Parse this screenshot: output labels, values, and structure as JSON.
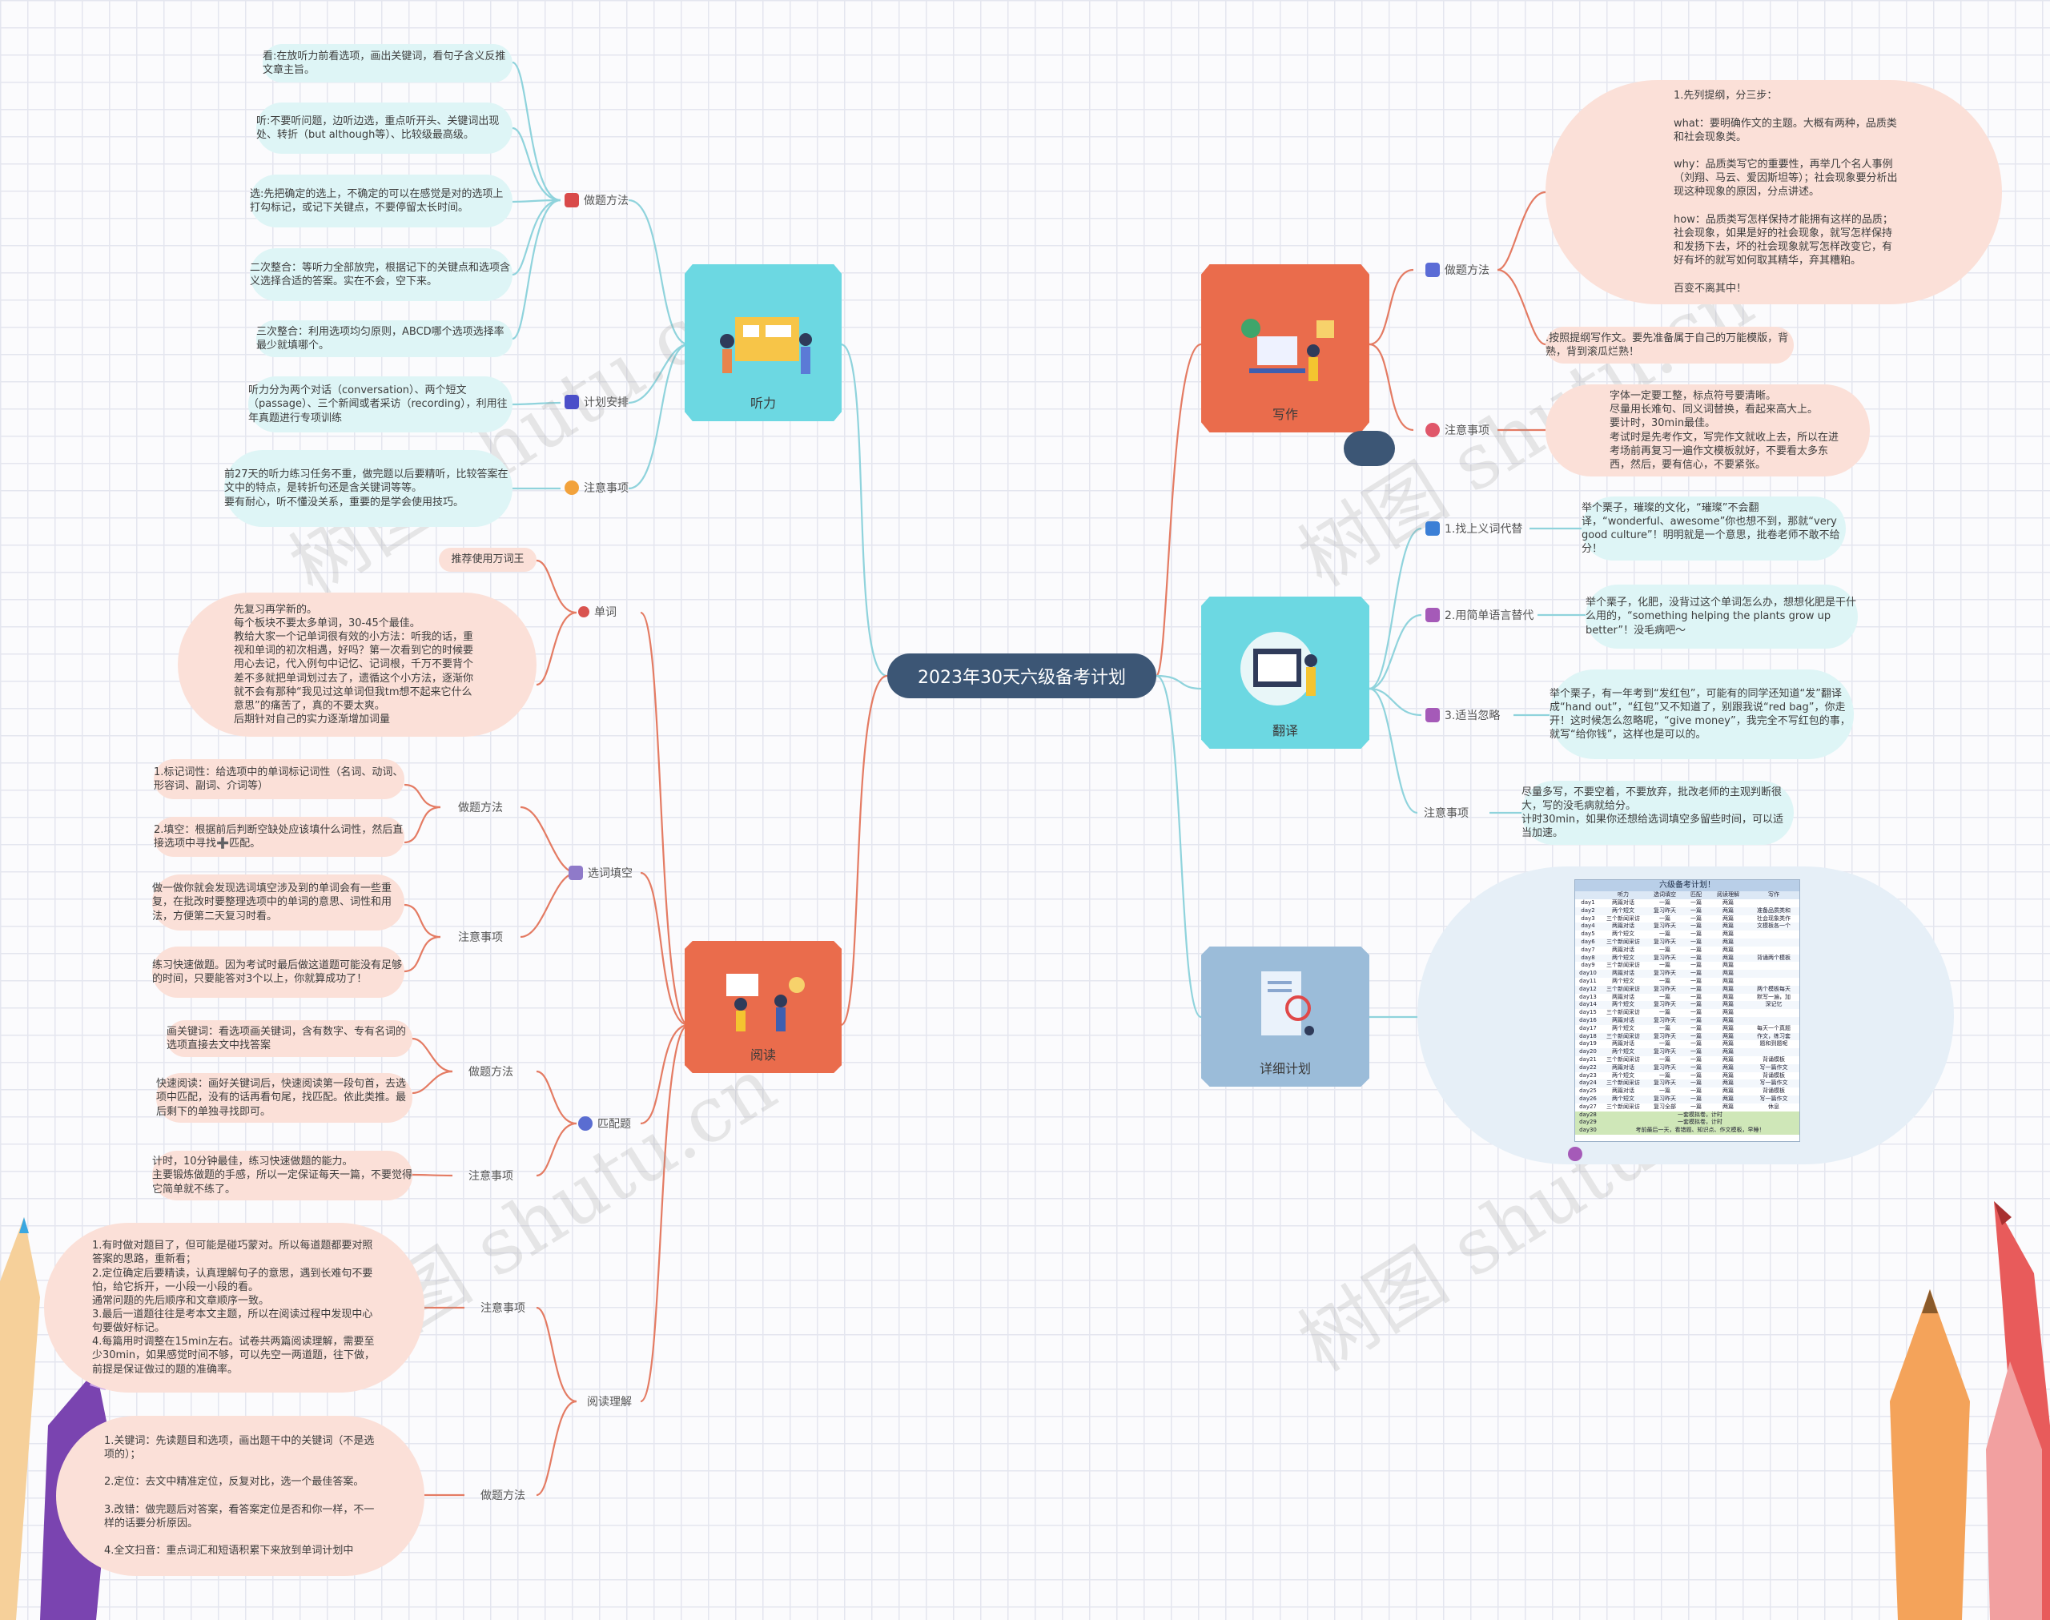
{
  "center": "2023年30天六级备考计划",
  "watermark": "树图 shutu.cn",
  "listening": {
    "title": "听力",
    "method_label": "做题方法",
    "method_items": [
      "看:在放听力前看选项，画出关键词，看句子含义反推文章主旨。",
      "听:不要听问题，边听边选，重点听开头、关键词出现处、转折（but although等）、比较级最高级。",
      "选:先把确定的选上，不确定的可以在感觉是对的选项上打勾标记，或记下关键点，不要停留太长时间。",
      "二次整合：等听力全部放完，根据记下的关键点和选项含义选择合适的答案。实在不会，空下来。",
      "三次整合：利用选项均匀原则，ABCD哪个选项选择率最少就填哪个。"
    ],
    "plan_label": "计划安排",
    "plan_text": "听力分为两个对话（conversation）、两个短文（passage）、三个新闻或者采访（recording），利用往年真题进行专项训练",
    "note_label": "注意事项",
    "note_text": "前27天的听力练习任务不重，做完题以后要精听，比较答案在文中的特点，是转折句还是含关键词等等。\n要有耐心，听不懂没关系，重要的是学会使用技巧。"
  },
  "reading": {
    "title": "阅读",
    "vocab_label": "单词",
    "vocab_tip": "推荐使用万词王",
    "vocab_text": "先复习再学新的。\n每个板块不要太多单词，30-45个最佳。\n教给大家一个记单词很有效的小方法：听我的话，重视和单词的初次相遇，好吗？第一次看到它的时候要用心去记，代入例句中记忆、记词根，千万不要背个差不多就把单词划过去了，遗循这个小方法，逐渐你就不会有那种“我见过这单词但我tm想不起来它什么意思”的痛苦了，真的不要太爽。\n后期针对自己的实力逐渐增加词量",
    "cloze_label": "选词填空",
    "cloze_method_label": "做题方法",
    "cloze_method": [
      "1.标记词性：给选项中的单词标记词性（名词、动词、形容词、副词、介词等）",
      "2.填空：根据前后判断空缺处应该填什么词性，然后直接选项中寻找➕匹配。"
    ],
    "cloze_note_label": "注意事项",
    "cloze_note": [
      "做一做你就会发现选词填空涉及到的单词会有一些重复，在批改时要整理选项中的单词的意思、词性和用法，方便第二天复习时看。",
      "练习快速做题。因为考试时最后做这道题可能没有足够的时间，只要能答对3个以上，你就算成功了！"
    ],
    "match_label": "匹配题",
    "match_method_label": "做题方法",
    "match_method": [
      "画关键词：看选项画关键词，含有数字、专有名词的选项直接去文中找答案",
      "快速阅读：画好关键词后，快速阅读第一段句首，去选项中匹配，没有的话再看句尾，找匹配。依此类推。最后剩下的单独寻找即可。"
    ],
    "match_note_label": "注意事项",
    "match_note": "计时，10分钟最佳，练习快速做题的能力。\n主要锻炼做题的手感，所以一定保证每天一篇，不要觉得它简单就不练了。",
    "comp_label": "阅读理解",
    "comp_note_label": "注意事项",
    "comp_note": "1.有时做对题目了，但可能是碰巧蒙对。所以每道题都要对照答案的思路，重新看；\n2.定位确定后要精读，认真理解句子的意思，遇到长难句不要怕，给它拆开，一小段一小段的看。\n通常问题的先后顺序和文章顺序一致。\n3.最后一道题往往是考本文主题，所以在阅读过程中发现中心句要做好标记。\n4.每篇用时调整在15min左右。试卷共两篇阅读理解，需要至少30min，如果感觉时间不够，可以先空一两道题，往下做，前提是保证做过的题的准确率。",
    "comp_method_label": "做题方法",
    "comp_method": "1.关键词：先读题目和选项，画出题干中的关键词（不是选项的）；\n\n2.定位：去文中精准定位，反复对比，选一个最佳答案。\n\n3.改错：做完题后对答案，看答案定位是否和你一样，不一样的话要分析原因。\n\n4.全文扫音：重点词汇和短语积累下来放到单词计划中"
  },
  "writing": {
    "title": "写作",
    "method_label": "做题方法",
    "method_text": "1.先列提纲，分三步：\n\nwhat：要明确作文的主题。大概有两种，品质类和社会现象类。\n\nwhy：品质类写它的重要性，再举几个名人事例（刘翔、马云、爱因斯坦等）；社会现象要分析出现这种现象的原因，分点讲述。\n\nhow：品质类写怎样保持才能拥有这样的品质；社会现象，如果是好的社会现象，就写怎样保持和发扬下去，坏的社会现象就写怎样改变它，有好有坏的就写如何取其精华，弃其糟粕。\n\n百变不离其中！",
    "method_text2": ".按照提纲写作文。要先准备属于自己的万能模版，背熟，背到滚瓜烂熟！",
    "note_label": "注意事项",
    "note_text": "字体一定要工整，标点符号要清晰。\n尽量用长难句、同义词替换，看起来高大上。\n要计时，30min最佳。\n考试时是先考作文，写完作文就收上去，所以在进考场前再复习一遍作文模板就好，不要看太多东西，然后，要有信心，不要紧张。"
  },
  "translation": {
    "title": "翻译",
    "items": [
      {
        "label": "1.找上义词代替",
        "text": "举个栗子，璀璨的文化，“璀璨”不会翻译，“wonderful、awesome”你也想不到，那就“very good culture”！明明就是一个意思，批卷老师不敢不给分！"
      },
      {
        "label": "2.用简单语言替代",
        "text": "举个栗子，化肥，没背过这个单词怎么办，想想化肥是干什么用的，“something helping the plants grow up better”！没毛病吧～"
      },
      {
        "label": "3.适当忽略",
        "text": "举个栗子，有一年考到“发红包”，可能有的同学还知道“发”翻译成“hand out”，“红包”又不知道了，别跟我说“red bag”，你走开！这时候怎么忽略呢，“give money”，我完全不写红包的事，就写“给你钱”，这样也是可以的。"
      }
    ],
    "note_label": "注意事项",
    "note_text": "尽量多写，不要空着，不要放弃，批改老师的主观判断很大，写的没毛病就给分。\n计时30min，如果你还想给选词填空多留些时间，可以适当加速。"
  },
  "plan": {
    "title": "详细计划",
    "table_title": "六级备考计划！",
    "headers": [
      "",
      "听力",
      "选词填空",
      "匹配",
      "阅读理解",
      "写作"
    ],
    "rows": [
      [
        "day1",
        "两篇对话",
        "一篇",
        "一篇",
        "两篇",
        ""
      ],
      [
        "day2",
        "两个短文",
        "复习昨天",
        "一篇",
        "两篇",
        "准备品质类和"
      ],
      [
        "day3",
        "三个新闻采访",
        "一篇",
        "一篇",
        "两篇",
        "社会现象类作"
      ],
      [
        "day4",
        "两篇对话",
        "复习昨天",
        "一篇",
        "两篇",
        "文模板各一个"
      ],
      [
        "day5",
        "两个短文",
        "一篇",
        "一篇",
        "两篇",
        ""
      ],
      [
        "day6",
        "三个新闻采访",
        "复习昨天",
        "一篇",
        "两篇",
        ""
      ],
      [
        "day7",
        "两篇对话",
        "一篇",
        "一篇",
        "两篇",
        ""
      ],
      [
        "day8",
        "两个短文",
        "复习昨天",
        "一篇",
        "两篇",
        "背诵两个模板"
      ],
      [
        "day9",
        "三个新闻采访",
        "一篇",
        "一篇",
        "两篇",
        ""
      ],
      [
        "day10",
        "两篇对话",
        "复习昨天",
        "一篇",
        "两篇",
        ""
      ],
      [
        "day11",
        "两个短文",
        "一篇",
        "一篇",
        "两篇",
        ""
      ],
      [
        "day12",
        "三个新闻采访",
        "复习昨天",
        "一篇",
        "两篇",
        "两个模板每天"
      ],
      [
        "day13",
        "两篇对话",
        "一篇",
        "一篇",
        "两篇",
        "默写一遍，加"
      ],
      [
        "day14",
        "两个短文",
        "复习昨天",
        "一篇",
        "两篇",
        "深记忆"
      ],
      [
        "day15",
        "三个新闻采访",
        "一篇",
        "一篇",
        "两篇",
        ""
      ],
      [
        "day16",
        "两篇对话",
        "复习昨天",
        "一篇",
        "两篇",
        ""
      ],
      [
        "day17",
        "两个短文",
        "一篇",
        "一篇",
        "两篇",
        "每天一个真题"
      ],
      [
        "day18",
        "三个新闻采访",
        "复习昨天",
        "一篇",
        "两篇",
        "作文，练习套"
      ],
      [
        "day19",
        "两篇对话",
        "一篇",
        "一篇",
        "两篇",
        "题和到题呢"
      ],
      [
        "day20",
        "两个短文",
        "复习昨天",
        "一篇",
        "两篇",
        ""
      ],
      [
        "day21",
        "三个新闻采访",
        "一篇",
        "一篇",
        "两篇",
        "背诵模板"
      ],
      [
        "day22",
        "两篇对话",
        "复习昨天",
        "一篇",
        "两篇",
        "写一篇作文"
      ],
      [
        "day23",
        "两个短文",
        "一篇",
        "一篇",
        "两篇",
        "背诵模板"
      ],
      [
        "day24",
        "三个新闻采访",
        "复习昨天",
        "一篇",
        "两篇",
        "写一篇作文"
      ],
      [
        "day25",
        "两篇对话",
        "一篇",
        "一篇",
        "两篇",
        "背诵模板"
      ],
      [
        "day26",
        "两个短文",
        "复习昨天",
        "一篇",
        "两篇",
        "写一篇作文"
      ],
      [
        "day27",
        "三个新闻采访",
        "复习全部",
        "一篇",
        "两篇",
        "休息"
      ],
      [
        "day28",
        "",
        "一套模拟卷，计时",
        "",
        "",
        ""
      ],
      [
        "day29",
        "",
        "一套模拟卷，计时",
        "",
        "",
        ""
      ],
      [
        "day30",
        "",
        "考前最后一天，看错题、知识点、作文模板，早睡！",
        "",
        "",
        ""
      ]
    ]
  }
}
